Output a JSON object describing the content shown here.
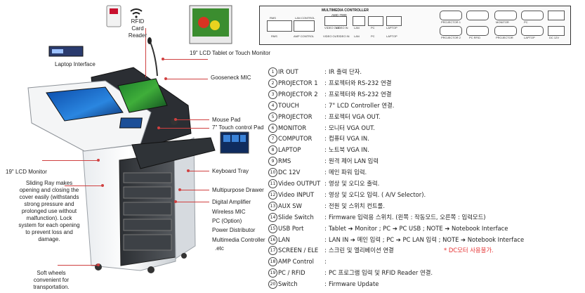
{
  "diagram": {
    "labels": {
      "rfid": "RFID\nCard Reader",
      "lcd_tablet": "19\" LCD Tablet or Touch Monitor",
      "laptop_interface": "Laptop Interface",
      "gooseneck": "Gooseneck MIC",
      "mouse_pad": "Mouse Pad",
      "touch_pad": "7\" Touch control Pad",
      "lcd_monitor": "19\" LCD Monitor",
      "sliding_ray": "Sliding Ray makes opening and closing the cover easily (withstands strong pressure and prolonged use without malfunction). Lock system for each opening to prevent loss and damage.",
      "keyboard_tray": "Keyboard Tray",
      "drawer": "Multipurpose Drawer",
      "amplifier": "Digital Amplifier",
      "wireless_mic": "Wireless MIC",
      "pc_option": "PC (Option)",
      "power_distributor": "Power Distributor",
      "multimedia_controller": "Multimedia Controller",
      "etc": ".etc",
      "soft_wheels": "Soft wheels\nconvenient for transportation."
    }
  },
  "panel": {
    "title": "MULTIMEDIA CONTROLLER",
    "model": "AMC-7000",
    "top_labels": [
      "RMS",
      "LAN CONTROL",
      "VIDEO OUT",
      "VIDEO IN",
      "LAN",
      "PC",
      "LAPTOP",
      "PROJECTOR 1",
      "MONITOR",
      "PC"
    ],
    "bottom_labels": [
      "RMS",
      "AMP CONTROL",
      "VIDEO OUT",
      "VIDEO IN",
      "LAN",
      "PC",
      "LAPTOP",
      "PROJECTOR 2",
      "PC RFID",
      "PROJECTOR",
      "LAPTOP",
      "DC 12V"
    ]
  },
  "specs": [
    {
      "num": "1",
      "name": "IR OUT",
      "desc": "IR 출력 단자."
    },
    {
      "num": "2",
      "name": "PROJECTOR  1",
      "desc": "프로젝터와 RS-232 연결"
    },
    {
      "num": "3",
      "name": "PROJECTOR  2",
      "desc": "프로젝터와 RS-232 연결"
    },
    {
      "num": "4",
      "name": "TOUCH",
      "desc": "7\" LCD Controller 연결."
    },
    {
      "num": "5",
      "name": "PROJECTOR",
      "desc": "프로젝터 VGA OUT."
    },
    {
      "num": "6",
      "name": "MONITOR",
      "desc": "모니터 VGA OUT."
    },
    {
      "num": "7",
      "name": "COMPUTOR",
      "desc": "컴퓨터 VGA IN."
    },
    {
      "num": "8",
      "name": "LAPTOP",
      "desc": "노트북 VGA IN."
    },
    {
      "num": "9",
      "name": "RMS",
      "desc": "원격 제어 LAN 입력"
    },
    {
      "num": "10",
      "name": "DC  12V",
      "desc": "메인 파워 입력."
    },
    {
      "num": "11",
      "name": "Video  OUTPUT",
      "desc": "영상 및 오디오 출력."
    },
    {
      "num": "12",
      "name": "Video  INPUT",
      "desc": "영상 및 오디오 입력. ( A/V Selector)."
    },
    {
      "num": "13",
      "name": "AUX SW",
      "desc": "전원 및 스위치 컨트롤."
    },
    {
      "num": "14",
      "name": "Slide  Switch",
      "desc": "Firmware 입력용 스위치.  (왼쪽 : 작동모드,    오른쪽 : 입력모드)"
    },
    {
      "num": "15",
      "name": "USB  Port",
      "desc": "Tablet ➔ Monitor   ;  PC ➔ PC USB   ;   NOTE  ➔ Notebook Interface"
    },
    {
      "num": "16",
      "name": "LAN",
      "desc": "LAN IN ➔ 메인 입력  ;  PC ➔ PC LAN 입력  ;  NOTE  ➔ Notebook Interface"
    },
    {
      "num": "17",
      "name": "SCREEN / ELE",
      "desc": "스크린 및 엘리베이션 연결",
      "note": "*  DC모터 사용불가."
    },
    {
      "num": "18",
      "name": "AMP Control",
      "desc": ""
    },
    {
      "num": "19",
      "name": "PC / RFID",
      "desc": "PC 프로그램 입력 및 RFID Reader 연결."
    },
    {
      "num": "20",
      "name": "Switch",
      "desc": "Firmware Update"
    }
  ],
  "separator": ":"
}
